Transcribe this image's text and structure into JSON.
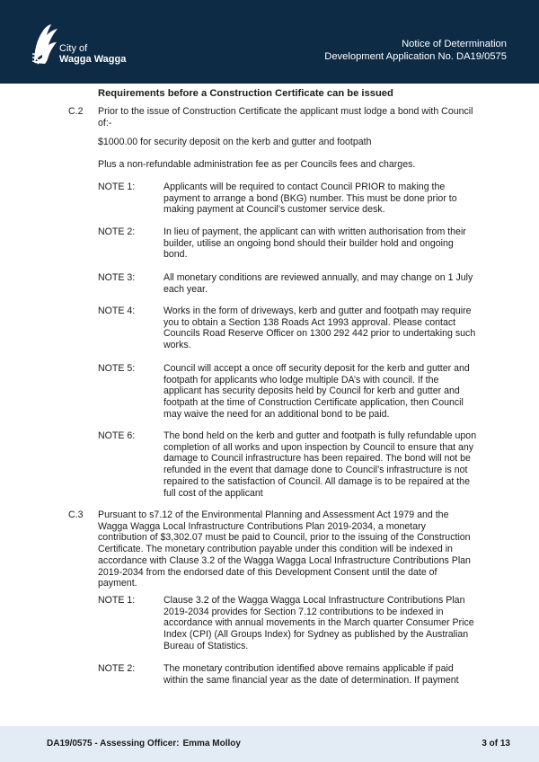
{
  "header": {
    "logo_line1": "City of",
    "logo_line2": "Wagga Wagga",
    "title": "Notice of Determination",
    "subtitle": "Development Application No. DA19/0575"
  },
  "section_heading": "Requirements before a Construction Certificate can be issued",
  "c2": {
    "number": "C.2",
    "text": "Prior to the issue of Construction Certificate the applicant must lodge a bond with Council of:-",
    "para1": "$1000.00 for security deposit on the kerb and gutter and footpath",
    "para2": "Plus a non-refundable administration fee as per Councils fees and charges.",
    "notes": [
      {
        "label": "NOTE 1:",
        "text": "Applicants will be required to contact Council PRIOR to making the payment to arrange a bond (BKG) number. This must be done prior to making payment at Council’s customer service desk."
      },
      {
        "label": "NOTE 2:",
        "text": "In lieu of payment, the applicant can with written authorisation from their builder, utilise an ongoing bond should their builder hold and ongoing bond."
      },
      {
        "label": "NOTE 3:",
        "text": "All monetary conditions are reviewed annually, and may change on 1 July each year."
      },
      {
        "label": "NOTE 4:",
        "text": "Works in the form of driveways, kerb and gutter and footpath may require you to obtain a Section 138 Roads Act 1993 approval. Please contact Councils Road Reserve Officer on 1300 292 442 prior to undertaking such works."
      },
      {
        "label": "NOTE 5:",
        "text": "Council will accept a once off security deposit for the kerb and gutter and footpath for applicants who lodge multiple DA’s with council. If the applicant has security deposits held by Council for kerb and gutter and footpath at the time of Construction Certificate application, then Council may waive the need for an additional bond to be paid."
      },
      {
        "label": "NOTE 6:",
        "text": "The bond held on the kerb and gutter and footpath is fully refundable upon completion of all works and upon inspection by Council to ensure that any damage to Council infrastructure has been repaired. The bond will not be refunded in the event that damage done to Council’s infrastructure is not repaired to the satisfaction of Council. All damage is to be repaired at the full cost of the applicant"
      }
    ]
  },
  "c3": {
    "number": "C.3",
    "text": "Pursuant to s7.12 of the Environmental Planning and Assessment Act 1979 and the Wagga Wagga Local Infrastructure Contributions Plan 2019-2034, a monetary contribution of $3,302.07 must be paid to Council, prior to the issuing of the Construction Certificate. The monetary contribution payable under this condition will be indexed in accordance with Clause 3.2 of the Wagga Wagga Local Infrastructure Contributions Plan 2019-2034 from the endorsed date of this Development Consent until the date of payment.",
    "notes": [
      {
        "label": "NOTE 1:",
        "text": "Clause 3.2 of the Wagga Wagga Local Infrastructure Contributions Plan 2019-2034 provides for Section 7.12 contributions to be indexed in accordance with annual movements in the March quarter Consumer Price Index (CPI) (All Groups Index) for Sydney as published by the Australian Bureau of Statistics."
      },
      {
        "label": "NOTE 2:",
        "text": "The monetary contribution identified above remains applicable if paid within the same financial year as the date of determination. If payment"
      }
    ]
  },
  "footer": {
    "reference": "DA19/0575 - Assessing Officer:",
    "officer": "Emma Molloy",
    "page": "3 of 13"
  },
  "colors": {
    "header_bg": "#0d2b45",
    "footer_bg": "#e3ecf5"
  }
}
